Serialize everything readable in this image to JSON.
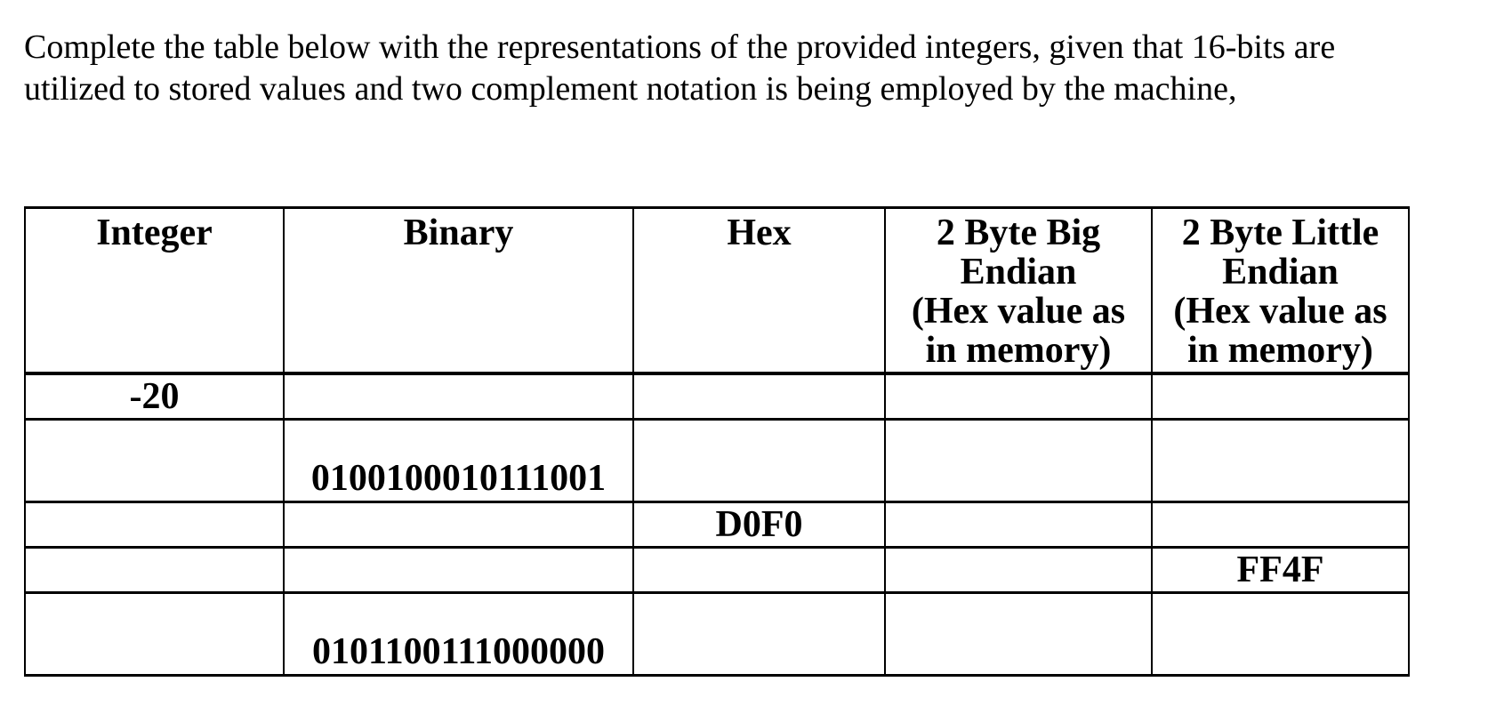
{
  "instruction": {
    "lines": [
      "Complete the table below with the representations of the provided integers, given that 16-bits are",
      "utilized to stored values and two complement notation is being employed by the machine,"
    ]
  },
  "table": {
    "headers": [
      {
        "lines": [
          "Integer"
        ]
      },
      {
        "lines": [
          "Binary"
        ]
      },
      {
        "lines": [
          "Hex"
        ]
      },
      {
        "lines": [
          "2 Byte Big",
          "Endian",
          "(Hex value as",
          "in memory)"
        ]
      },
      {
        "lines": [
          "2 Byte Little",
          "Endian",
          "(Hex value as",
          "in memory)"
        ]
      }
    ],
    "rows": [
      {
        "integer": "-20",
        "binary": "",
        "hex": "",
        "big_endian": "",
        "little_endian": ""
      },
      {
        "integer": "",
        "binary": "0100100010111001",
        "hex": "",
        "big_endian": "",
        "little_endian": ""
      },
      {
        "integer": "",
        "binary": "",
        "hex": "D0F0",
        "big_endian": "",
        "little_endian": ""
      },
      {
        "integer": "",
        "binary": "",
        "hex": "",
        "big_endian": "",
        "little_endian": "FF4F"
      },
      {
        "integer": "",
        "binary": "0101100111000000",
        "hex": "",
        "big_endian": "",
        "little_endian": ""
      }
    ]
  },
  "colors": {
    "text": "#000000",
    "background": "#ffffff",
    "table_border": "#000000"
  }
}
